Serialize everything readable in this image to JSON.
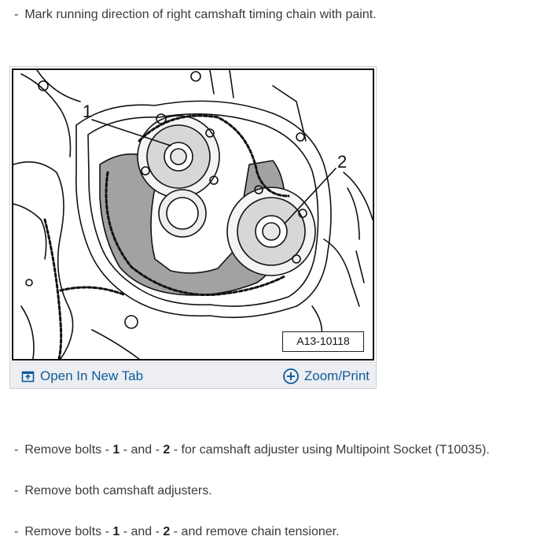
{
  "steps": {
    "s1": {
      "dash": "-",
      "text": "Mark running direction of right camshaft timing chain with paint."
    },
    "s2": {
      "dash": "-",
      "pre": "Remove bolts - ",
      "n1": "1",
      "mid": " - and - ",
      "n2": "2",
      "post": " - for camshaft adjuster using Multipoint Socket (T10035)."
    },
    "s3": {
      "dash": "-",
      "text": "Remove both camshaft adjusters."
    },
    "s4": {
      "dash": "-",
      "pre": "Remove bolts - ",
      "n1": "1",
      "mid": " - and - ",
      "n2": "2",
      "post": " - and remove chain tensioner."
    }
  },
  "figure": {
    "id_label": "A13-10118",
    "callout_1": "1",
    "callout_2": "2",
    "open_tab_label": "Open In New Tab",
    "zoom_label": "Zoom/Print",
    "open_tab_icon": "open-in-new-tab-icon",
    "zoom_icon": "zoom-plus-icon",
    "link_color": "#0e5b9b"
  }
}
